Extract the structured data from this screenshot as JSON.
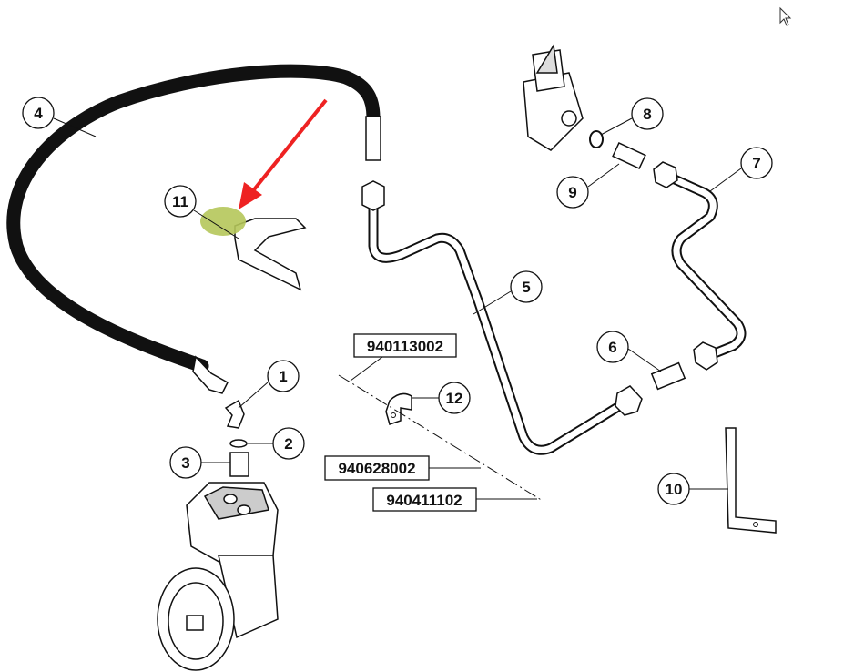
{
  "diagram": {
    "callouts": [
      {
        "id": "1",
        "label": "1"
      },
      {
        "id": "2",
        "label": "2"
      },
      {
        "id": "3",
        "label": "3"
      },
      {
        "id": "4",
        "label": "4"
      },
      {
        "id": "5",
        "label": "5"
      },
      {
        "id": "6",
        "label": "6"
      },
      {
        "id": "7",
        "label": "7"
      },
      {
        "id": "8",
        "label": "8"
      },
      {
        "id": "9",
        "label": "9"
      },
      {
        "id": "10",
        "label": "10"
      },
      {
        "id": "11",
        "label": "11"
      },
      {
        "id": "12",
        "label": "12"
      }
    ],
    "part_numbers": [
      "940113002",
      "940628002",
      "940411102"
    ],
    "colors": {
      "highlight": "#b5c75a",
      "arrow": "#ee2222",
      "hose": "#111111"
    },
    "icons": {
      "cursor": "mouse-pointer-icon"
    }
  }
}
